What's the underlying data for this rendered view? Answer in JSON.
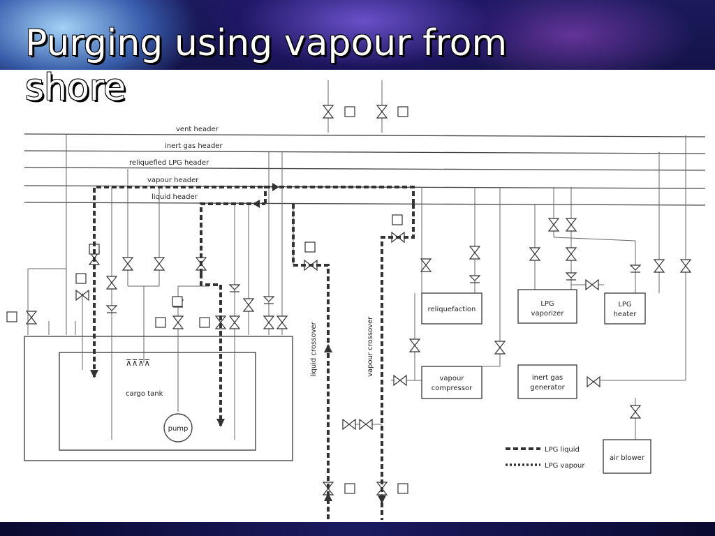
{
  "slide": {
    "title": "Purging using vapour from shore"
  },
  "diagram": {
    "headers": [
      "vent header",
      "inert gas header",
      "reliquefied LPG header",
      "vapour header",
      "liquid header"
    ],
    "equipment": {
      "reliquefaction": "reliquefaction",
      "lpg_vaporizer_line1": "LPG",
      "lpg_vaporizer_line2": "vaporizer",
      "lpg_heater_line1": "LPG",
      "lpg_heater_line2": "heater",
      "vapour_compressor_line1": "vapour",
      "vapour_compressor_line2": "compressor",
      "inert_gas_generator_line1": "inert gas",
      "inert_gas_generator_line2": "generator",
      "air_blower": "air blower",
      "cargo_tank": "cargo tank",
      "pump": "pump"
    },
    "crossovers": {
      "liquid": "liquid crossover",
      "vapour": "vapour crossover"
    },
    "legend": [
      {
        "label": "LPG liquid"
      },
      {
        "label": "LPG vapour"
      }
    ]
  }
}
